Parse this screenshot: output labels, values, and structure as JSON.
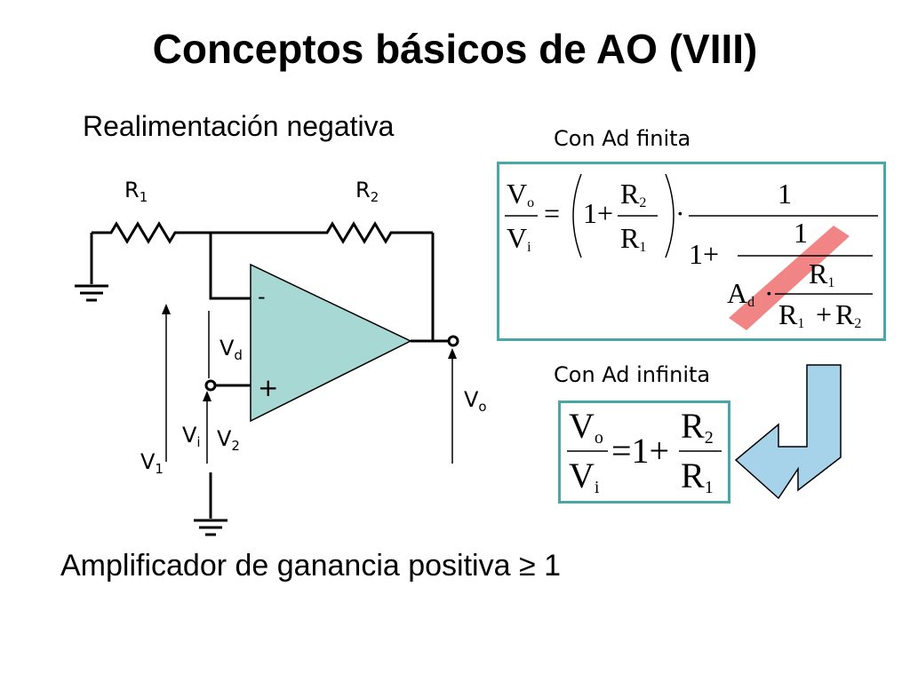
{
  "title": "Conceptos básicos de AO (VIII)",
  "subtitle": "Realimentación negativa",
  "caption_finite": "Con Ad finita",
  "caption_infinite": "Con Ad infinita",
  "bottom_text": "Amplificador de ganancia positiva ≥ 1",
  "circuit": {
    "r1": {
      "main": "R",
      "sub": "1"
    },
    "r2": {
      "main": "R",
      "sub": "2"
    },
    "minus": "-",
    "plus": "+",
    "vd": {
      "main": "V",
      "sub": "d"
    },
    "vi": {
      "main": "V",
      "sub": "i"
    },
    "v1": {
      "main": "V",
      "sub": "1"
    },
    "v2": {
      "main": "V",
      "sub": "2"
    },
    "vo": {
      "main": "V",
      "sub": "o"
    }
  },
  "eq_finite": {
    "vo": {
      "main": "V",
      "sub": "o"
    },
    "vi": {
      "main": "V",
      "sub": "i"
    },
    "equals": "=",
    "one_plus": "1+",
    "r2": {
      "main": "R",
      "sub": "2"
    },
    "r1": {
      "main": "R",
      "sub": "1"
    },
    "dot": "·",
    "one_top": "1",
    "one_inner": "1",
    "one_plus_den": "1+",
    "ad": {
      "main": "A",
      "sub": "d"
    },
    "dot2": "·",
    "r1_b": {
      "main": "R",
      "sub": "1"
    },
    "den_r1": {
      "main": "R",
      "sub": "1"
    },
    "den_plus": "+",
    "den_r2": {
      "main": "R",
      "sub": "2"
    }
  },
  "eq_infinite": {
    "vo": {
      "main": "V",
      "sub": "o"
    },
    "vi": {
      "main": "V",
      "sub": "i"
    },
    "equals_one_plus": "=1+",
    "r2": {
      "main": "R",
      "sub": "2"
    },
    "r1": {
      "main": "R",
      "sub": "1"
    }
  },
  "colors": {
    "opamp_fill": "#a8d8d4",
    "box_border": "#4aa7a7",
    "strike": "#f07878",
    "arrow_fill": "#a6d3ea",
    "line": "#000000"
  }
}
